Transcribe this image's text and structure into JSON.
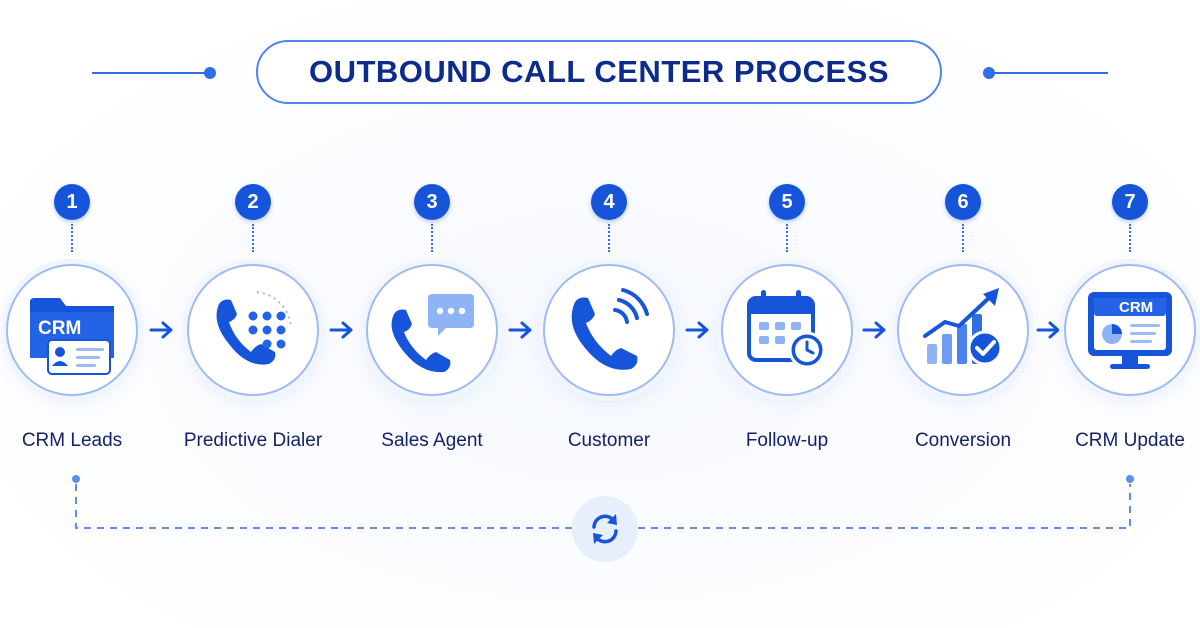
{
  "title": "OUTBOUND CALL CENTER PROCESS",
  "colors": {
    "primary": "#1655d9",
    "light_blue": "#5d8ff0",
    "title_text": "#0d2b8c",
    "label_text": "#13226b",
    "circle_border": "#9dbcf3"
  },
  "steps": [
    {
      "number": "1",
      "label": "CRM Leads",
      "icon": "crm-folder-contact-card-icon",
      "icon_text": "CRM"
    },
    {
      "number": "2",
      "label": "Predictive Dialer",
      "icon": "phone-keypad-icon"
    },
    {
      "number": "3",
      "label": "Sales Agent",
      "icon": "phone-chat-bubble-icon"
    },
    {
      "number": "4",
      "label": "Customer",
      "icon": "phone-ringing-icon"
    },
    {
      "number": "5",
      "label": "Follow-up",
      "icon": "calendar-clock-icon"
    },
    {
      "number": "6",
      "label": "Conversion",
      "icon": "growth-chart-check-icon"
    },
    {
      "number": "7",
      "label": "CRM Update",
      "icon": "crm-monitor-dashboard-icon",
      "icon_text": "CRM"
    }
  ],
  "loop_icon": "refresh-cycle-icon"
}
